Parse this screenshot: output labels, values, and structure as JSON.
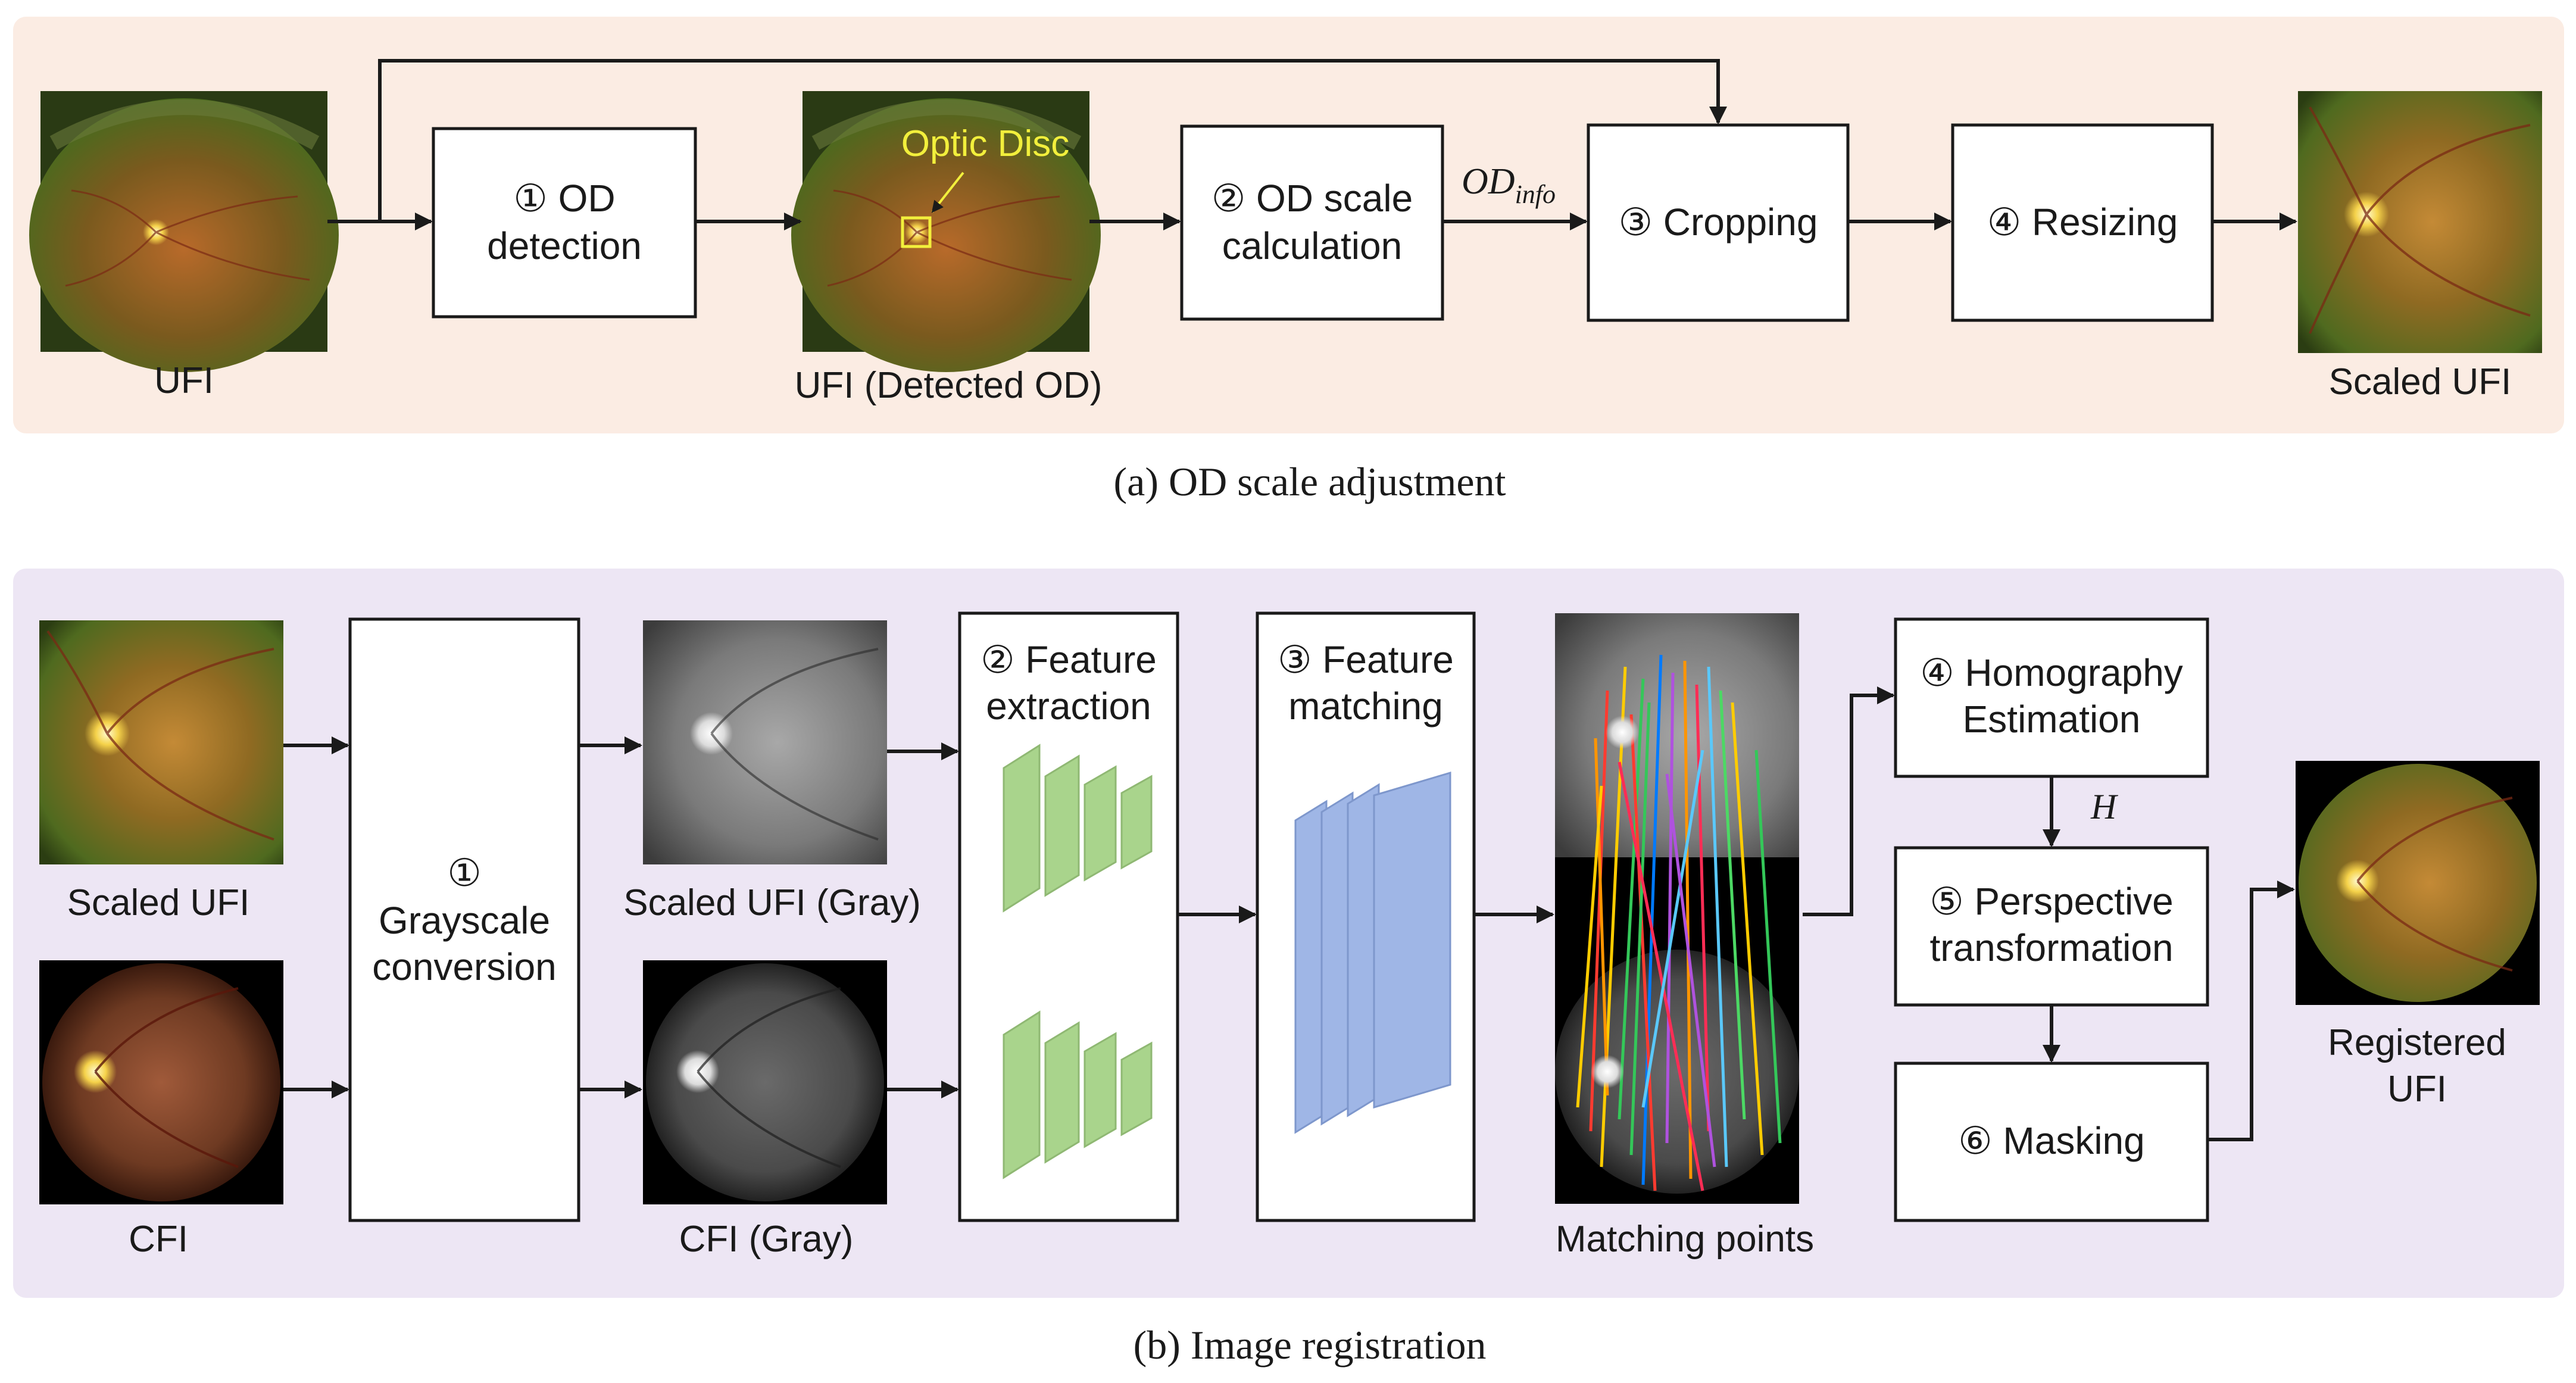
{
  "panel_a": {
    "caption": "(a) OD scale adjustment",
    "image_labels": {
      "ufi": "UFI",
      "ufi_detected": "UFI (Detected OD)",
      "scaled_ufi": "Scaled UFI",
      "optic_disc_annotation": "Optic Disc"
    },
    "steps": {
      "od_detection": [
        "① OD",
        "detection"
      ],
      "od_scale_calc": [
        "② OD scale",
        "calculation"
      ],
      "cropping": [
        "③ Cropping"
      ],
      "resizing": [
        "④ Resizing"
      ]
    },
    "od_info_label": {
      "base": "OD",
      "subscript": "info"
    }
  },
  "panel_b": {
    "caption": "(b) Image registration",
    "image_labels": {
      "scaled_ufi": "Scaled UFI",
      "cfi": "CFI",
      "scaled_ufi_gray": "Scaled UFI (Gray)",
      "cfi_gray": "CFI (Gray)",
      "matching_points": "Matching points",
      "registered_ufi": [
        "Registered",
        "UFI"
      ]
    },
    "steps": {
      "grayscale": [
        "①",
        "Grayscale",
        "conversion"
      ],
      "feature_extraction": [
        "② Feature",
        "extraction"
      ],
      "feature_matching": [
        "③ Feature",
        "matching"
      ],
      "homography": [
        "④ Homography",
        "Estimation"
      ],
      "perspective": [
        "⑤ Perspective",
        "transformation"
      ],
      "masking": [
        "⑥ Masking"
      ]
    },
    "h_label": "H"
  },
  "colors": {
    "panel_a_bg": "#fbece3",
    "panel_b_bg": "#ede6f4",
    "cnn_green": "#a9d48c",
    "cnn_blue": "#9fb6e6",
    "od_highlight": "#f2ef3c"
  }
}
